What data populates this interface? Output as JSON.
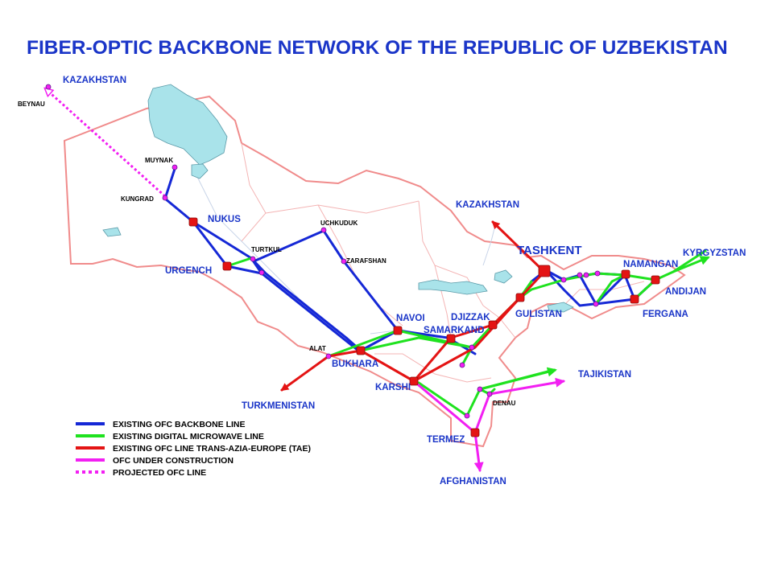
{
  "title": "FIBER-OPTIC BACKBONE NETWORK OF THE REPUBLIC OF UZBEKISTAN",
  "colors": {
    "backbone": "#1528d6",
    "microwave": "#1fe21f",
    "tae": "#e41414",
    "construction": "#f21ff2",
    "projected": "#f21ff2",
    "border": "#f08b8b",
    "water": "#a9e3ea",
    "label": "#1a35c8"
  },
  "labels": {
    "kazakhstan_nw": "KAZAKHSTAN",
    "beynau": "BEYNAU",
    "muynak": "MUYNAK",
    "kungrad": "KUNGRAD",
    "nukus": "NUKUS",
    "turtkul": "TURTKUL",
    "urgench": "URGENCH",
    "uchkuduk": "UCHKUDUK",
    "zarafshan": "ZARAFSHAN",
    "navoi": "NAVOI",
    "samarkand": "SAMARKAND",
    "djizzak": "DJIZZAK",
    "gulistan": "GULISTAN",
    "tashkent": "TASHKENT",
    "kazakhstan_ne": "KAZAKHSTAN",
    "namangan": "NAMANGAN",
    "kyrgyzstan": "KYRGYZSTAN",
    "andijan": "ANDIJAN",
    "fergana": "FERGANA",
    "alat": "ALAT",
    "bukhara": "BUKHARA",
    "turkmenistan": "TURKMENISTAN",
    "karshi": "KARSHI",
    "tajikistan": "TAJIKISTAN",
    "denau": "DENAU",
    "termez": "TERMEZ",
    "afghanistan": "AFGHANISTAN"
  },
  "legend": [
    {
      "key": "backbone",
      "style": "solid",
      "label": "EXISTING OFC BACKBONE LINE"
    },
    {
      "key": "microwave",
      "style": "solid",
      "label": "EXISTING DIGITAL MICROWAVE LINE"
    },
    {
      "key": "tae",
      "style": "solid",
      "label": "EXISTING OFC LINE TRANS-AZIA-EUROPE (TAE)"
    },
    {
      "key": "construction",
      "style": "solid",
      "label": "OFC UNDER CONSTRUCTION"
    },
    {
      "key": "projected",
      "style": "dotted",
      "label": "PROJECTED OFC LINE"
    }
  ]
}
